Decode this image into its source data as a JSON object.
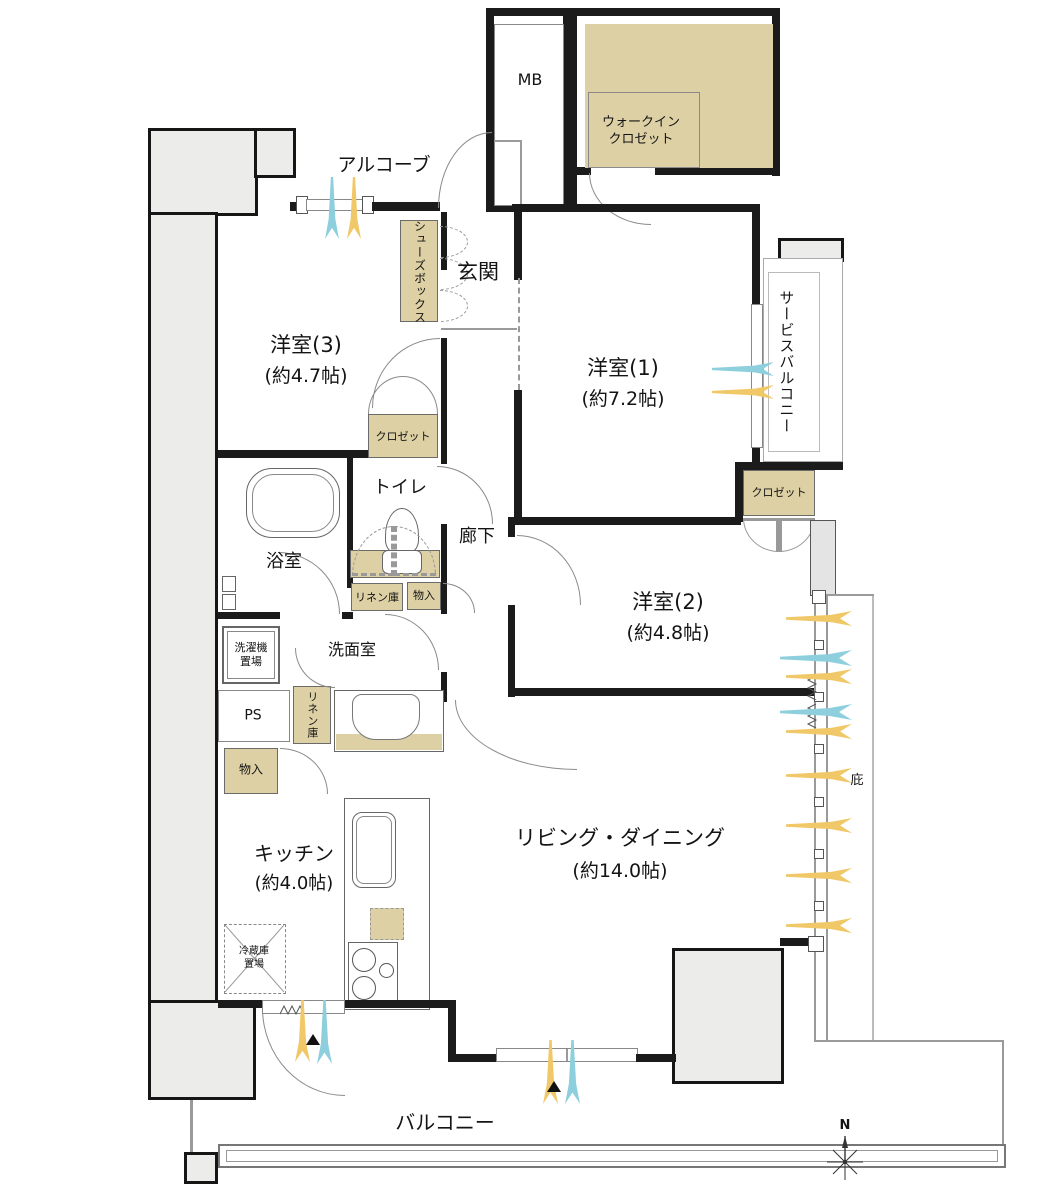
{
  "labels": {
    "alcove": "アルコーブ",
    "mb": "MB",
    "wic1": "ウォークイン",
    "wic2": "クロゼット",
    "shoes1": "シューズ",
    "shoes2": "ボックス",
    "genkan": "玄関",
    "room3": "洋室(3)",
    "room3size": "(約4.7帖)",
    "closet3": "クロゼット",
    "room1": "洋室(1)",
    "room1size": "(約7.2帖)",
    "service_balcony": "サービスバルコニー",
    "closet2": "クロゼット",
    "toilet": "トイレ",
    "bath": "浴室",
    "hall": "廊下",
    "linen_u": "リネン庫",
    "storage_u": "物入",
    "washroom": "洗面室",
    "washer1": "洗濯機",
    "washer2": "置場",
    "ps": "PS",
    "linen_l": "リネン庫",
    "storage_l": "物入",
    "room2": "洋室(2)",
    "room2size": "(約4.8帖)",
    "kitchen": "キッチン",
    "kitchensize": "(約4.0帖)",
    "living": "リビング・ダイニング",
    "livingsize": "(約14.0帖)",
    "fridge1": "冷蔵庫",
    "fridge2": "置場",
    "balcony": "バルコニー",
    "eaves": "庇",
    "north": "N"
  },
  "colors": {
    "wall": "#1b1b1b",
    "common_area_fill": "#ececeb",
    "storage_fill": "#ddd0a5",
    "arrow_blue": "#8ecfdd",
    "arrow_yellow": "#f1c868"
  }
}
